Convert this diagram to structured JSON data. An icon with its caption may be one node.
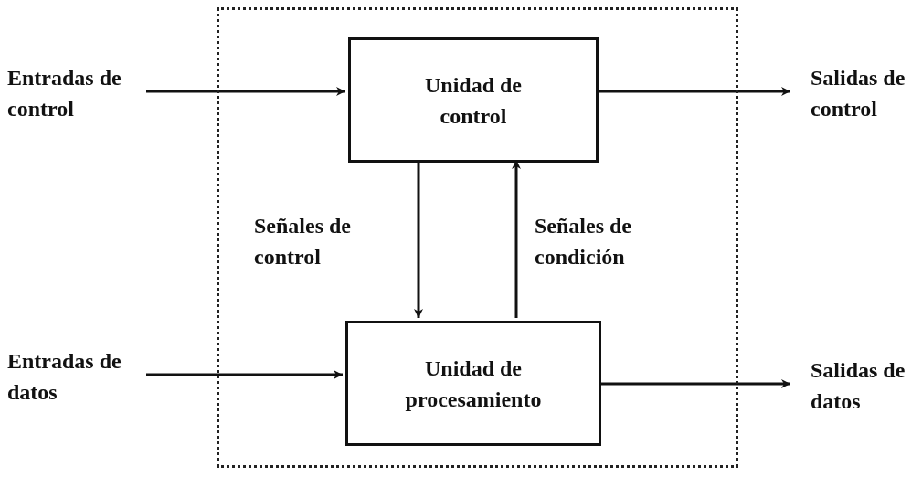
{
  "diagram": {
    "nodes": [
      {
        "text": [],
        "shape": "box"
      },
      {
        "text": [
          "Unidad de control"
        ],
        "in": 0
      },
      {
        "text": [
          "Unidad de procesamiento"
        ],
        "in": 0
      },
      {
        "text": [
          "Entradas de control"
        ]
      },
      {
        "text": [
          "Entradas de datos"
        ]
      },
      {
        "text": [
          "Salidas de control"
        ]
      },
      {
        "text": [
          "Salidas de datos"
        ]
      }
    ],
    "edges": [
      {
        "from": 3,
        "to": 1,
        "arrow": "to"
      },
      {
        "from": 1,
        "to": 5,
        "arrow": "to"
      },
      {
        "from": 1,
        "to": 2,
        "label": "Señales de control",
        "arrow": "to"
      },
      {
        "from": 2,
        "to": 1,
        "label": "Señales de condición",
        "arrow": "to"
      },
      {
        "from": 4,
        "to": 2,
        "arrow": "to"
      },
      {
        "from": 2,
        "to": 6,
        "arrow": "to"
      }
    ]
  }
}
